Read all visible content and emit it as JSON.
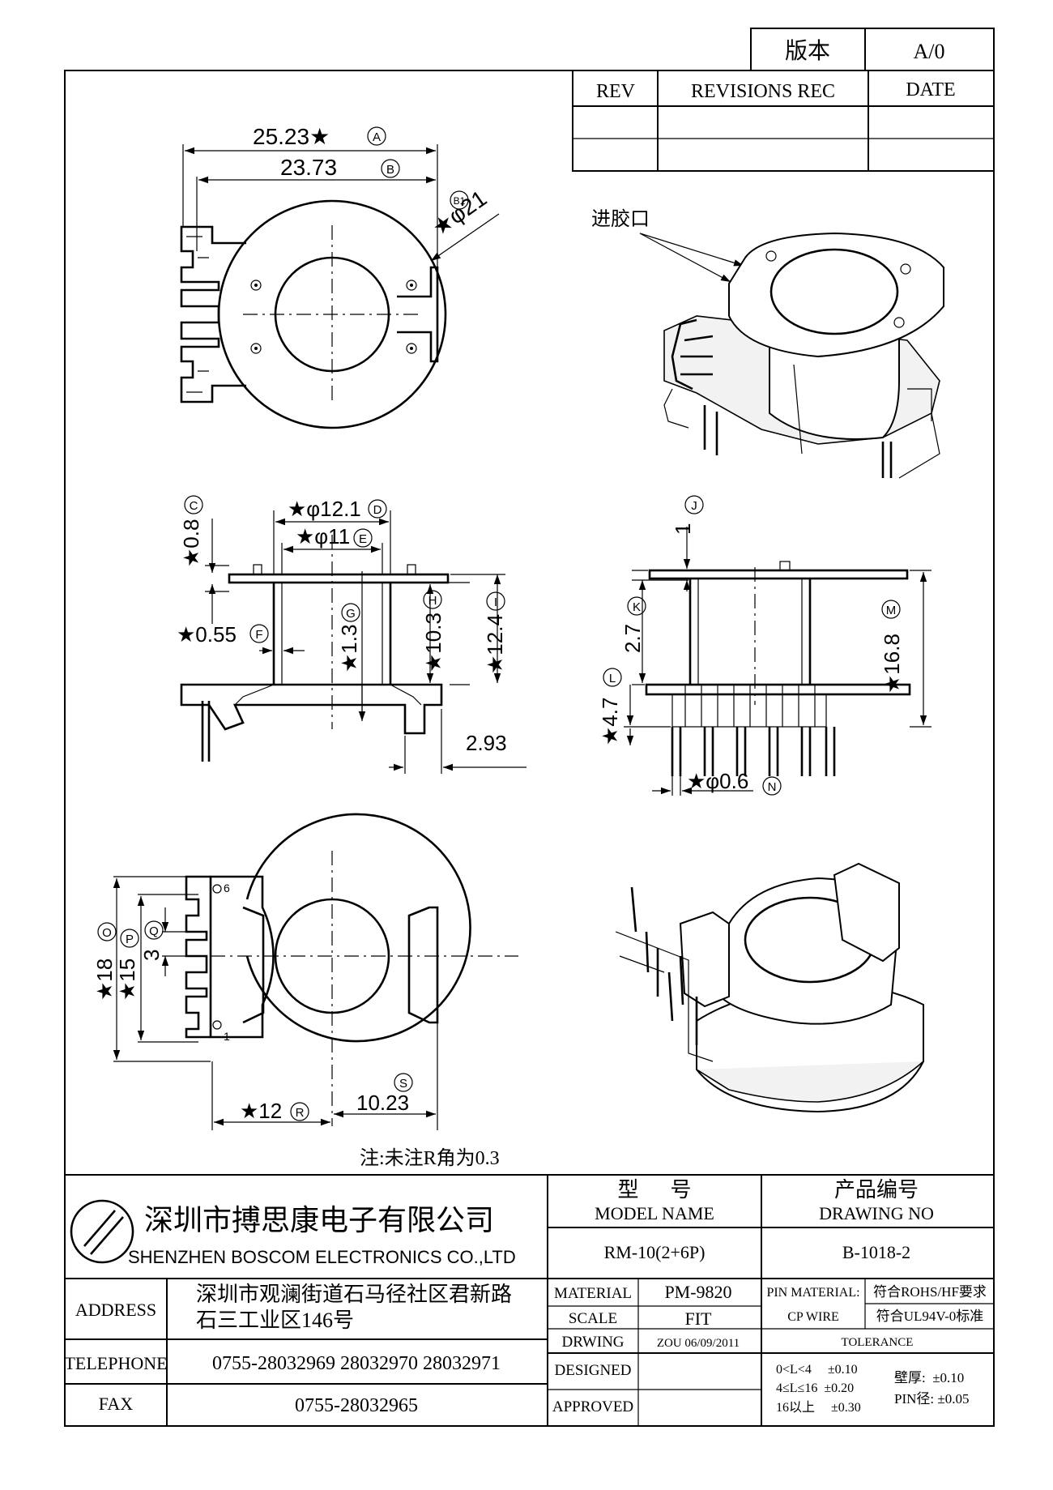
{
  "version_box": {
    "label": "版本",
    "value": "A/0"
  },
  "revision_table": {
    "rev": "REV",
    "records": "REVISIONS REC",
    "date": "DATE"
  },
  "views": {
    "top": {
      "dim_a": "25.23★",
      "tag_a": "A",
      "dim_b": "23.73",
      "tag_b": "B",
      "tag_b1": "B1",
      "dim_b1": "★φ21"
    },
    "iso_top": {
      "gate_label": "进胶口"
    },
    "front": {
      "tag_c": "C",
      "dim_c": "★0.8",
      "dim_d": "★φ12.1",
      "tag_d": "D",
      "dim_e": "★φ11",
      "tag_e": "E",
      "dim_f": "★0.55",
      "tag_f": "F",
      "tag_g": "G",
      "dim_g": "★1.3",
      "tag_h": "H",
      "dim_h": "★10.3",
      "tag_i": "I",
      "dim_i": "★12.4",
      "dim_293": "2.93"
    },
    "side": {
      "tag_j": "J",
      "dim_j": "1",
      "tag_k": "K",
      "dim_k": "2.7",
      "tag_l": "L",
      "dim_l": "★4.7",
      "tag_m": "M",
      "dim_m": "★16.8",
      "dim_n": "★φ0.6",
      "tag_n": "N"
    },
    "bottom": {
      "tag_o": "O",
      "dim_o": "★18",
      "tag_p": "P",
      "dim_p": "★15",
      "tag_q": "Q",
      "dim_q": "3",
      "pin_6": "6",
      "pin_1": "1",
      "dim_r": "★12",
      "tag_r": "R",
      "tag_s": "S",
      "dim_s": "10.23"
    },
    "note": "注:未注R角为0.3"
  },
  "title_block": {
    "company_cn": "深圳市搏思康电子有限公司",
    "company_en": "SHENZHEN BOSCOM ELECTRONICS CO.,LTD",
    "model_cn": "型      号",
    "model_en": "MODEL NAME",
    "model_value": "RM-10(2+6P)",
    "drawing_cn": "产品编号",
    "drawing_en": "DRAWING NO",
    "drawing_value": "B-1018-2",
    "address_label": "ADDRESS",
    "address_line1": "深圳市观澜街道石马径社区君新路",
    "address_line2": "石三工业区146号",
    "telephone_label": "TELEPHONE",
    "telephone_value": "0755-28032969 28032970 28032971",
    "fax_label": "FAX",
    "fax_value": "0755-28032965",
    "material_label": "MATERIAL",
    "material_value": "PM-9820",
    "scale_label": "SCALE",
    "scale_value": "FIT",
    "drwing_label": "DRWING",
    "drwing_value": "ZOU 06/09/2011",
    "designed_label": "DESIGNED",
    "approved_label": "APPROVED",
    "pin_material_label": "PIN MATERIAL:",
    "pin_material_value": "符合ROHS/HF要求",
    "cp_wire_label": "CP WIRE",
    "cp_wire_value": "符合UL94V-0标准",
    "tolerance_label": "TOLERANCE",
    "tol_1": "0<L<4     ±0.10",
    "tol_2": "4≤L≤16  ±0.20",
    "tol_3": "16以上     ±0.30",
    "tol_wall": "壁厚:  ±0.10",
    "tol_pin": "PIN径: ±0.05"
  }
}
